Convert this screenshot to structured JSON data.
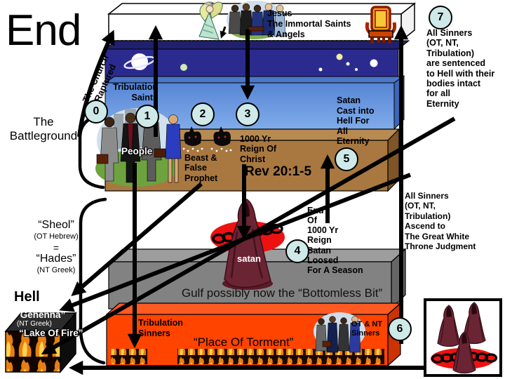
{
  "title": "End",
  "rapture": {
    "label": "The Church Raptured"
  },
  "heaven": {
    "label": "Jesus\nThe Immortal Saints\n& Angels"
  },
  "blue_layer": {
    "tribulation_saints": "Tribulation\nSaints",
    "satan_cast": "Satan\nCast into\nHell For\nAll\nEternity"
  },
  "earth_layer": {
    "people": "People",
    "beast": "Beast &\nFalse\nProphet",
    "reign": "1000 Yr\nReign Of\nChrist",
    "rev": "Rev 20:1-5"
  },
  "pit": {
    "satan": "satan",
    "loosed": "End\nOf\n1000 Yr\nReign\nSatan\nLoosed\nFor A Season"
  },
  "gulf": {
    "label": "Gulf possibly now the “Bottomless Bit”"
  },
  "torment": {
    "tribulation_sinners": "Tribulation\nSinners",
    "place": "“Place Of Torment”",
    "otnt": "OT & NT\nSinners"
  },
  "left_labels": {
    "battleground": "The\nBattleground",
    "sheol": "“Sheol”",
    "sheol_sub": "(OT Hebrew)",
    "eq": "=",
    "hades": "“Hades”",
    "hades_sub": "(NT Greek)",
    "hell": "Hell",
    "gehenna": "“Gehenna”",
    "gehenna_sub": "(NT Greek)",
    "lake": "“Lake Of Fire”"
  },
  "right_labels": {
    "sentenced": "All Sinners\n(OT, NT,\nTribulation)\nare sentenced\nto Hell with their\nbodies intact\nfor all\nEternity",
    "ascend": "All Sinners\n(OT, NT,\nTribulation)\nAscend to\nThe Great White\nThrone Judgment"
  },
  "markers": [
    "0",
    "1",
    "2",
    "3",
    "4",
    "5",
    "6",
    "7"
  ],
  "colors": {
    "night_sky": "#2b2b8f",
    "sky_layer": "#5f8ed9",
    "earth_layer": "#a87840",
    "gulf_layer": "#828282",
    "torment_layer": "#ff4400",
    "marker_fill": "#cfe9e9",
    "satan_red": "#ee1111",
    "cloak": "#6b2433",
    "flame_yellow": "#ffd34d",
    "flame_orange": "#e87f10"
  }
}
